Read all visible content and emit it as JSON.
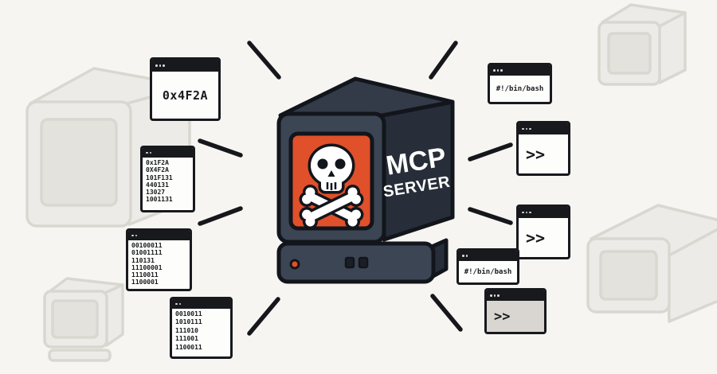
{
  "scene": {
    "description": "Illustration of a malicious MCP server broadcasting to surrounding terminal windows",
    "background_color": "#f6f5f2",
    "accent_color": "#e0502b",
    "outline_color": "#17191d"
  },
  "server": {
    "name_line1": "MCP",
    "name_line2": "SERVER",
    "screen_icon": "skull-crossbones-icon",
    "screen_color": "#e0502b"
  },
  "terminals": {
    "hex_label": {
      "lines": [
        "0x4F2A"
      ]
    },
    "hex_dump": {
      "lines": [
        "0x1F2A",
        "0X4F2A",
        "101F131",
        "440131",
        "13027",
        "1001131"
      ]
    },
    "binary_upper": {
      "lines": [
        "00100011",
        "01001111",
        "110131",
        "11100001",
        "1110011",
        "1100001"
      ]
    },
    "binary_lower": {
      "lines": [
        "0010011",
        "1010111",
        "111010",
        "111001",
        "1100011"
      ]
    },
    "bash_top": {
      "lines": [
        "#!/bin/bash"
      ]
    },
    "prompt_upper": {
      "lines": [
        ">>"
      ]
    },
    "prompt_mid": {
      "lines": [
        ">>"
      ]
    },
    "bash_mid": {
      "lines": [
        "#!/bin/bash"
      ]
    },
    "prompt_lower": {
      "lines": [
        ">>"
      ]
    }
  }
}
